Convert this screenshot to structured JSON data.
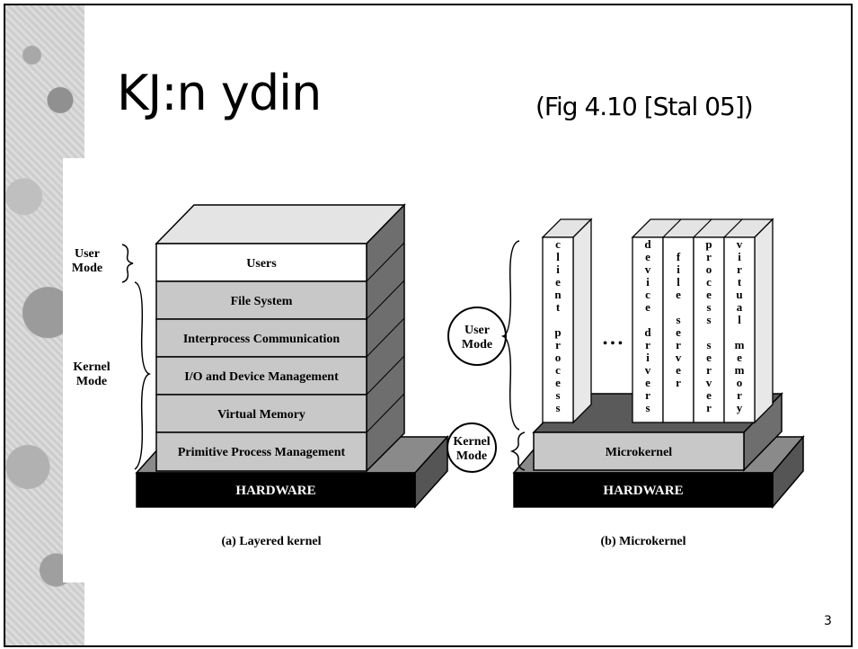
{
  "slide": {
    "title": "KJ:n ydin",
    "figure_ref": "(Fig 4.10 [Stal 05])",
    "page_number": "3"
  },
  "diagram_a": {
    "user_mode_label": "User Mode",
    "kernel_mode_label": "Kernel Mode",
    "layers": [
      "Users",
      "File System",
      "Interprocess Communication",
      "I/O and Device Management",
      "Virtual Memory",
      "Primitive Process Management"
    ],
    "hardware": "HARDWARE",
    "caption": "(a) Layered kernel"
  },
  "diagram_b": {
    "user_mode_label": "User Mode",
    "kernel_mode_label": "Kernel Mode",
    "columns": [
      "client process",
      "device drivers",
      "file server",
      "process server",
      "virtual memory"
    ],
    "ellipsis": "• • •",
    "microkernel": "Microkernel",
    "hardware": "HARDWARE",
    "caption": "(b) Microkernel"
  },
  "colors": {
    "layer_white": "#ffffff",
    "layer_gray": "#c8c8c8",
    "side_dark": "#6e6e6e",
    "top_light": "#e4e4e4",
    "hardware": "#000000"
  }
}
